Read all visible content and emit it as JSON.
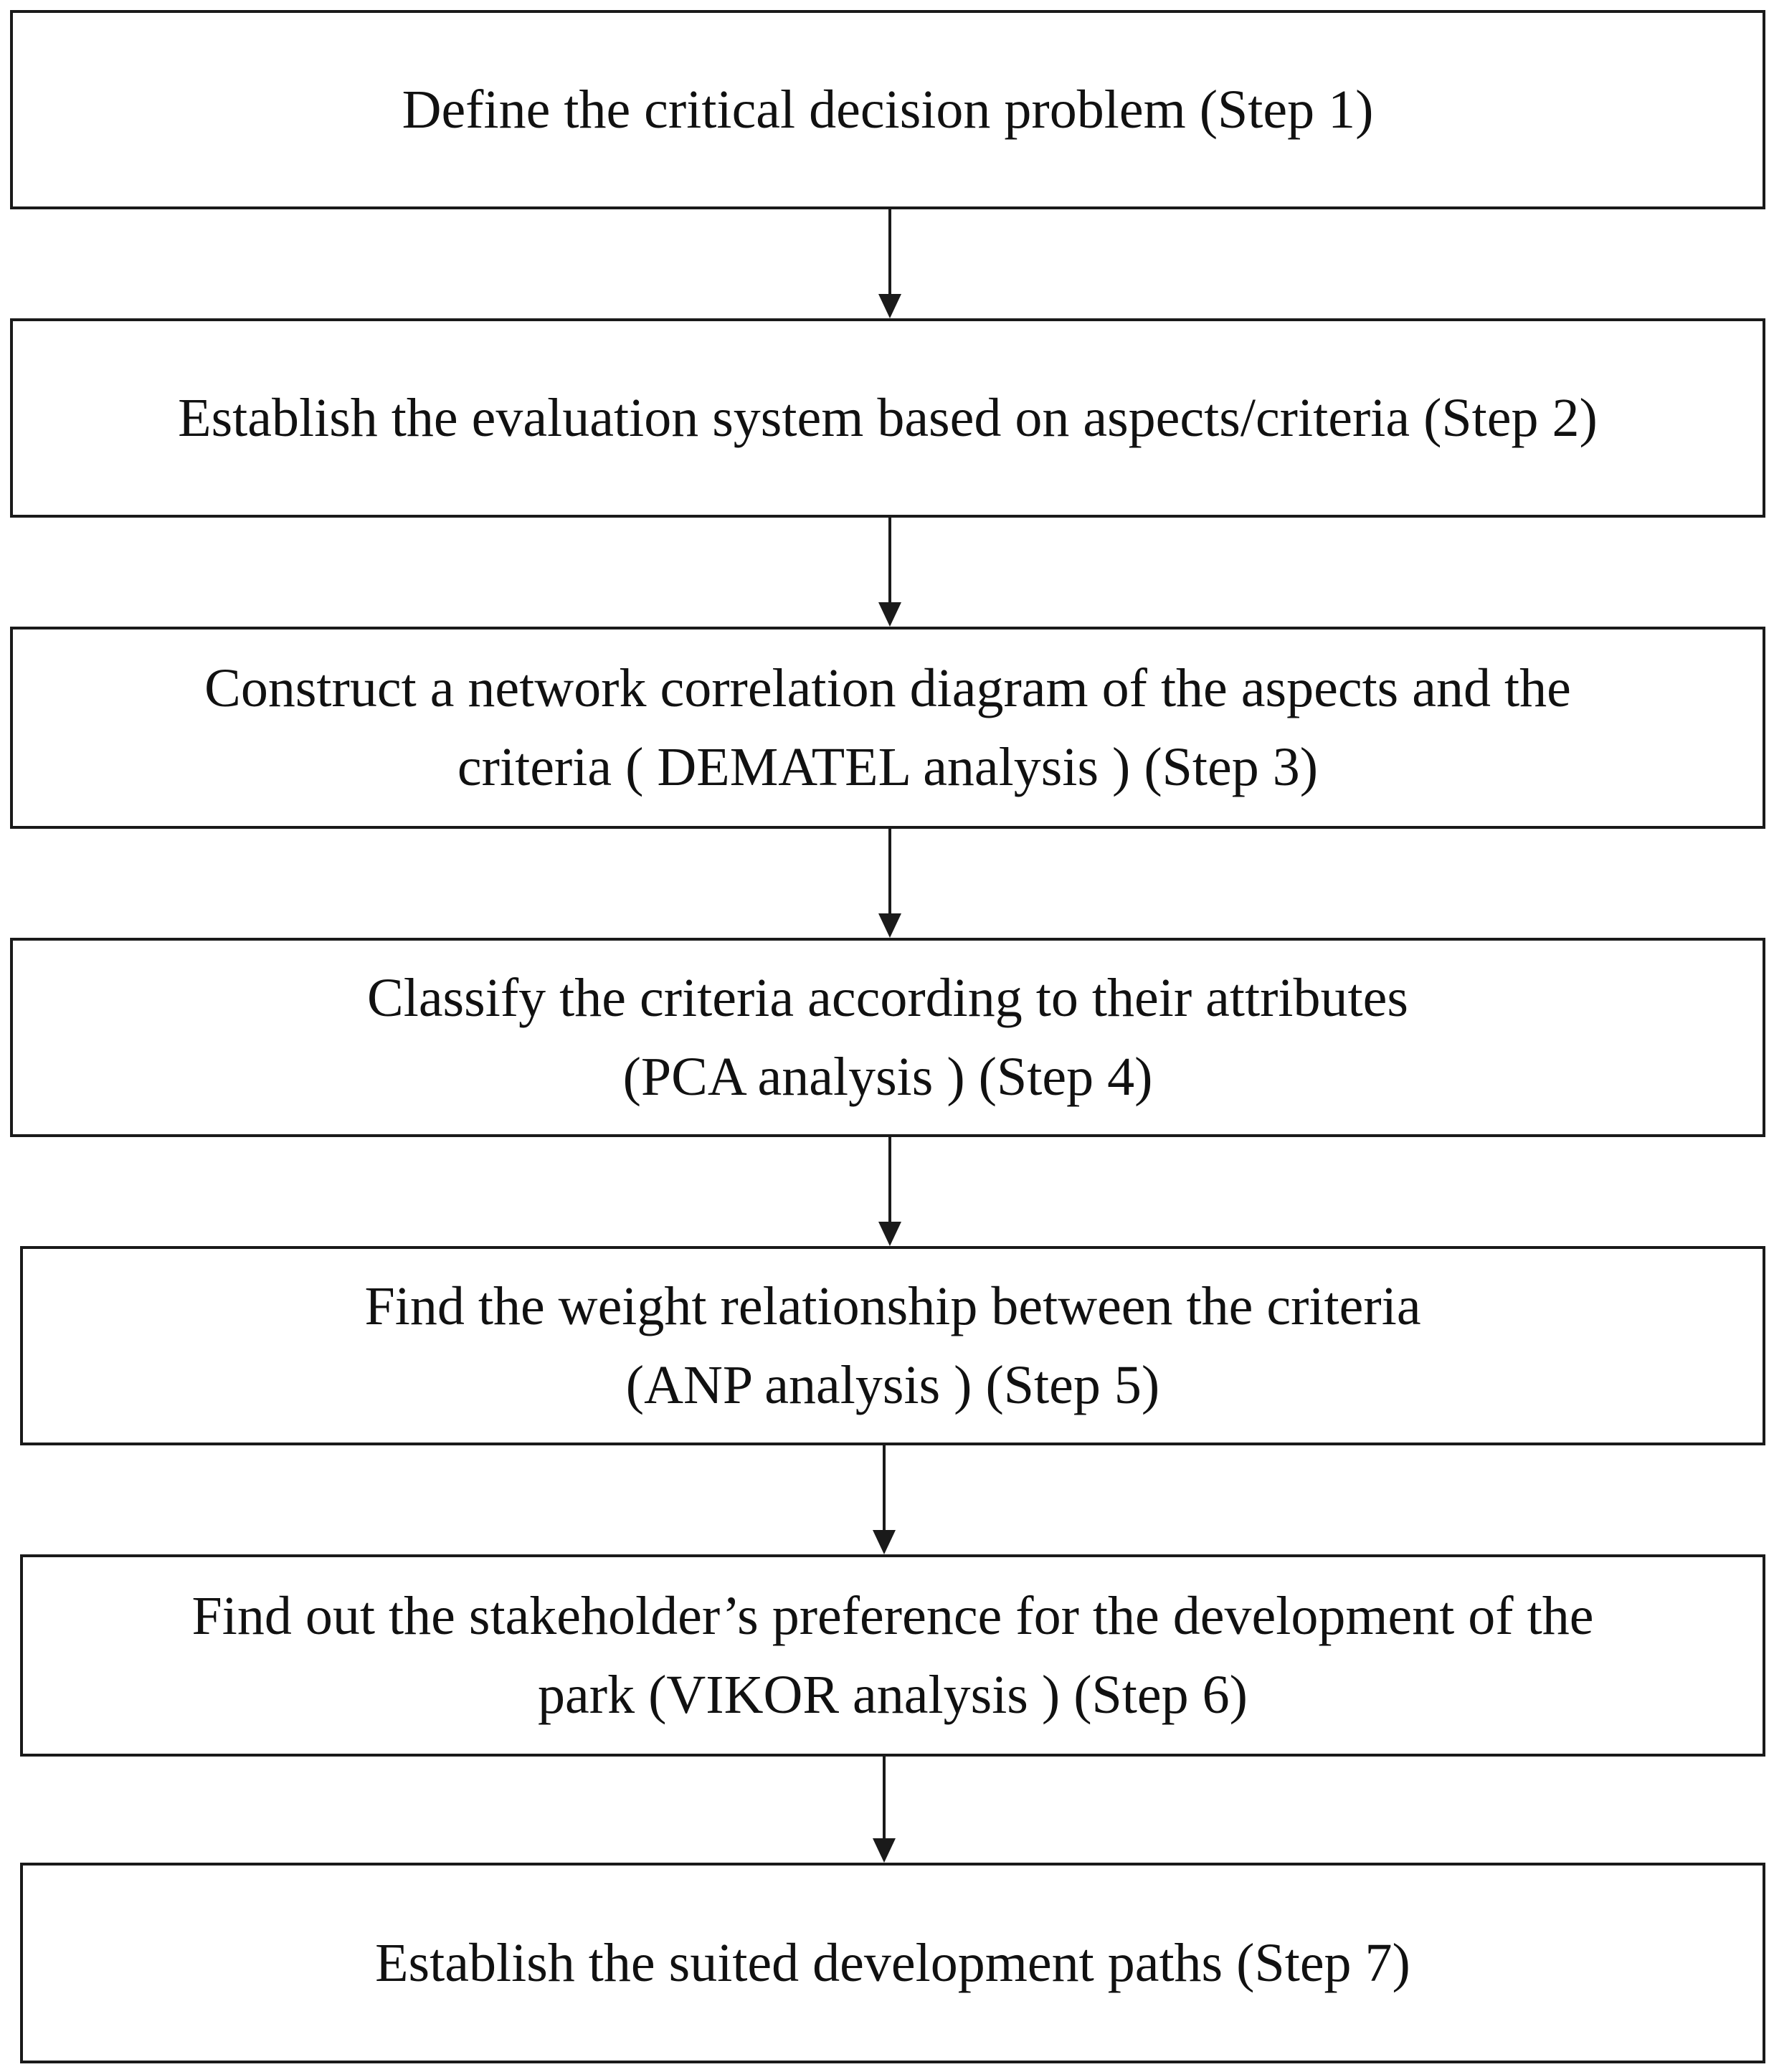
{
  "steps": [
    {
      "lines": [
        "Define the critical decision problem (Step 1)"
      ]
    },
    {
      "lines": [
        "Establish the evaluation system based on aspects/criteria (Step 2)"
      ]
    },
    {
      "lines": [
        "Construct a network correlation diagram of the aspects and the",
        "criteria ( DEMATEL analysis ) (Step 3)"
      ]
    },
    {
      "lines": [
        "Classify the criteria according to their attributes",
        "(PCA analysis ) (Step 4)"
      ]
    },
    {
      "lines": [
        "Find the weight relationship between the criteria",
        "(ANP analysis ) (Step 5)"
      ]
    },
    {
      "lines": [
        "Find out the stakeholder’s preference for the development of the",
        "park (VIKOR analysis ) (Step 6)"
      ]
    },
    {
      "lines": [
        "Establish the suited development paths (Step 7)"
      ]
    }
  ]
}
